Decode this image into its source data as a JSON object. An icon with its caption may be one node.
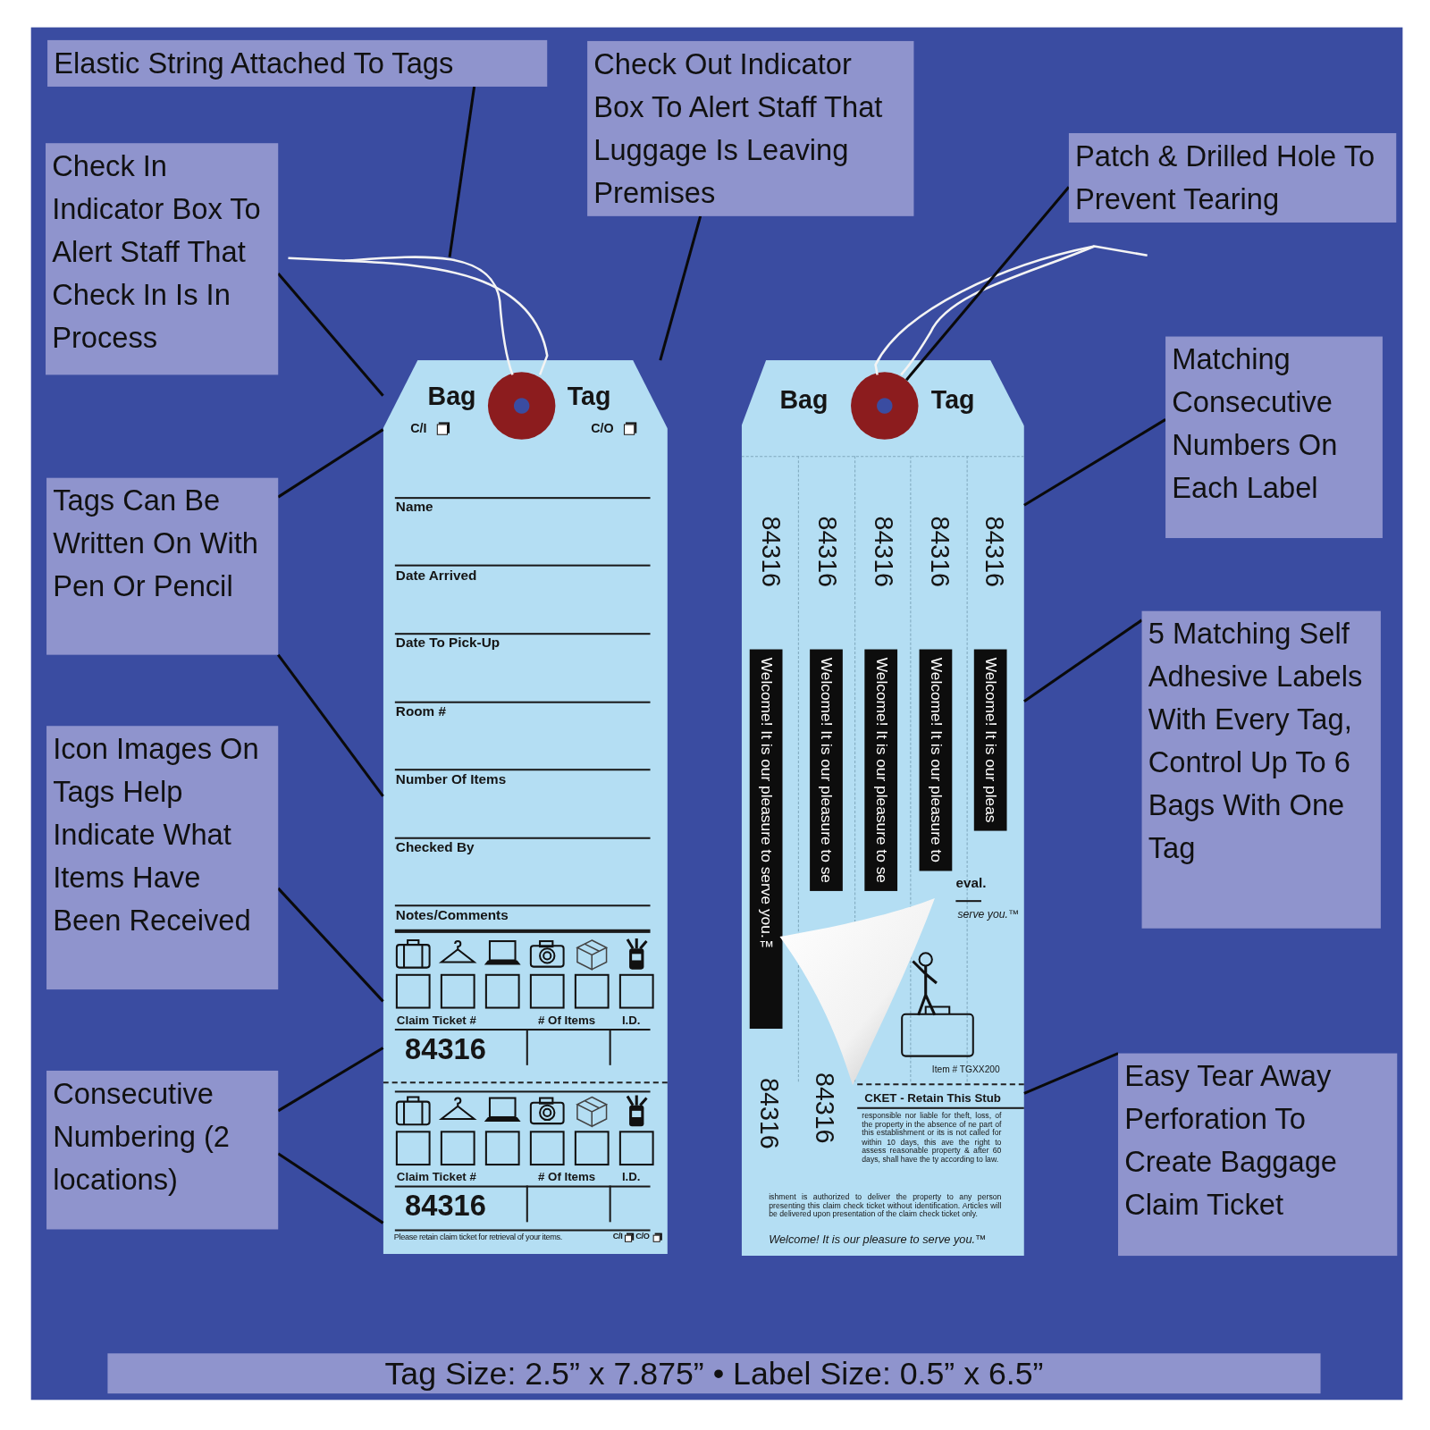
{
  "diagram": {
    "caption": "Tag Size: 2.5” x 7.875” • Label Size: 0.5” x 6.5”",
    "nodes": [
      {
        "text": [
          "Elastic String Attached To Tags"
        ]
      },
      {
        "text": [
          "Check In Indicator Box To Alert Staff That Check In Is In Process"
        ]
      },
      {
        "text": [
          "Check Out Indicator Box To Alert Staff That Luggage Is Leaving Premises"
        ]
      },
      {
        "text": [
          "Patch & Drilled Hole To Prevent Tearing"
        ]
      },
      {
        "text": [
          "Tags Can Be Written On With Pen Or Pencil"
        ]
      },
      {
        "text": [
          "Matching Consecutive Numbers On Each Label"
        ]
      },
      {
        "text": [
          "Icon Images On Tags Help Indicate What Items Have Been Received"
        ]
      },
      {
        "text": [
          "5 Matching Self Adhesive Labels With Every Tag, Control Up To 6 Bags With One Tag"
        ]
      },
      {
        "text": [
          "Consecutive Numbering (2 locations)"
        ]
      },
      {
        "text": [
          "Easy Tear Away Perforation To Create Baggage Claim Ticket"
        ]
      },
      {
        "text": [
          "Bag",
          "Tag",
          "C/I",
          "C/O",
          "Name",
          "Date Arrived",
          "Date To Pick-Up",
          "Room #",
          "Number Of Items",
          "Checked By",
          "Notes/Comments",
          "Claim Ticket #",
          "# Of Items",
          "I.D.",
          "84316",
          "Claim Ticket #",
          "# Of Items",
          "I.D.",
          "84316",
          "Please retain claim ticket for retrieval of your items.",
          "C/I",
          "C/O"
        ]
      },
      {
        "text": [
          "Bag",
          "Tag",
          "84316",
          "84316",
          "84316",
          "84316",
          "84316",
          "Welcome! It is our pleasure to serve you.™",
          "Welcome! It is our pleasure to se",
          "Welcome! It is our pleasure to se",
          "Welcome! It is our pleasure to",
          "Welcome! It is our pleas",
          "eval.",
          "serve you.™",
          "Item # TGXX200",
          "84316",
          "84316",
          "CKET - Retain This Stub",
          "responsible nor liable for theft, loss, of the property in the absence of ne part of this establishment or its is not called for within 10 days, this ave the right to assess reasonable property & after 60 days, shall have the ty according to law.",
          "ishment is authorized to deliver the property to any person presenting this claim check ticket without identification. Articles will be delivered upon presentation of the claim check ticket only.",
          "Welcome! It is our pleasure to serve you.™"
        ]
      },
      {
        "text": [],
        "shape": "picture"
      },
      {
        "text": [],
        "shape": "circle",
        "in": 10
      },
      {
        "text": [],
        "shape": "circle",
        "in": 11
      },
      {
        "text": [],
        "shape": "picture"
      }
    ],
    "edges": [
      {
        "from": 0,
        "to": 12,
        "arrow": "none"
      },
      {
        "from": 1,
        "to": 10,
        "arrow": "none"
      },
      {
        "from": 2,
        "to": 10,
        "arrow": "none"
      },
      {
        "from": 3,
        "to": 14,
        "arrow": "none"
      },
      {
        "from": 4,
        "to": 10,
        "arrow": "none"
      },
      {
        "from": 4,
        "to": 10,
        "arrow": "none"
      },
      {
        "from": 5,
        "to": 11,
        "arrow": "none"
      },
      {
        "from": 6,
        "to": 10,
        "arrow": "none"
      },
      {
        "from": 7,
        "to": 11,
        "arrow": "none"
      },
      {
        "from": 8,
        "to": 10,
        "arrow": "none"
      },
      {
        "from": 8,
        "to": 10,
        "arrow": "none"
      },
      {
        "from": 9,
        "to": 11,
        "arrow": "none"
      }
    ]
  }
}
